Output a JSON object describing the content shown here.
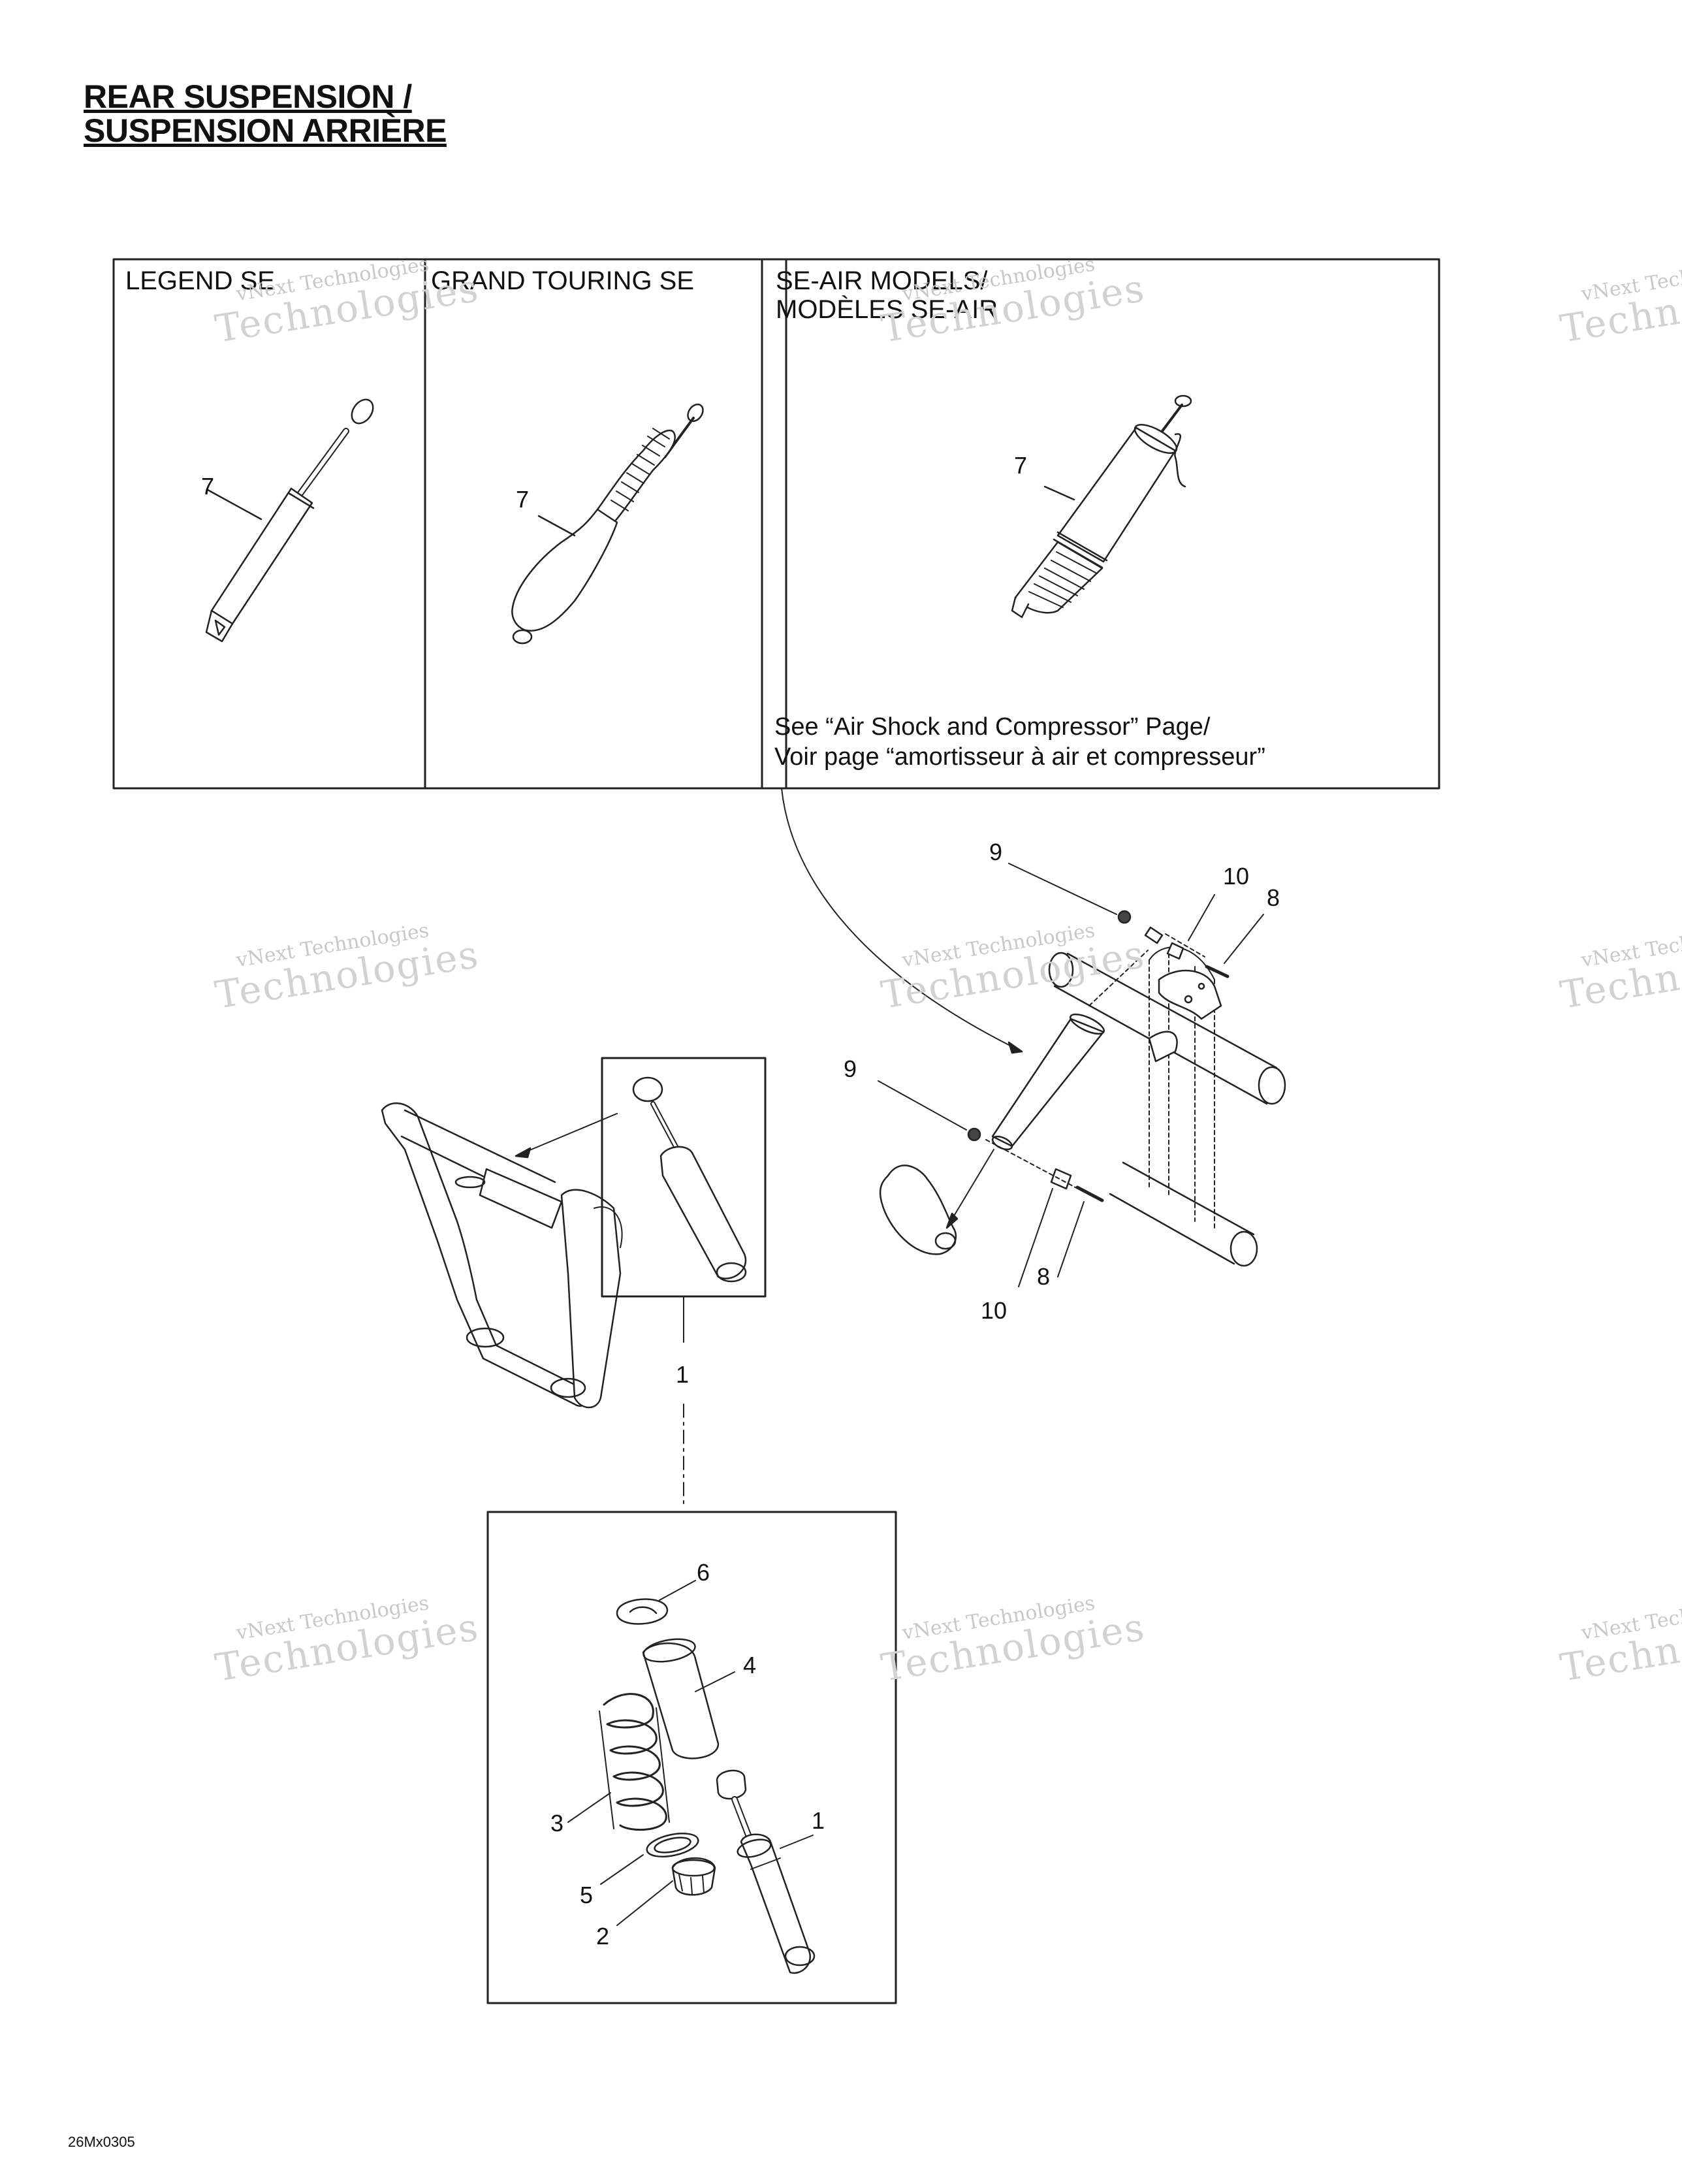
{
  "title": {
    "line1": "REAR SUSPENSION /",
    "line2": "SUSPENSION ARRIÈRE"
  },
  "panels": {
    "legend": "LEGEND SE",
    "grand_touring": "GRAND TOURING SE",
    "se_air_line1": "SE-AIR MODELS/",
    "se_air_line2": "MODÈLES SE-AIR",
    "note_line1": "See “Air Shock and Compressor” Page/",
    "note_line2": "Voir page “amortisseur à air et compresseur”"
  },
  "callouts": {
    "c7a": "7",
    "c7b": "7",
    "c7c": "7",
    "c9a": "9",
    "c10a": "10",
    "c8a": "8",
    "c9b": "9",
    "c10b": "10",
    "c8b": "8",
    "c1a": "1",
    "c6": "6",
    "c4": "4",
    "c3": "3",
    "c1b": "1",
    "c5": "5",
    "c2": "2"
  },
  "watermark": {
    "small": "vNext Technologies",
    "big": "Technologies"
  },
  "drawing_code": "26Mx0305"
}
